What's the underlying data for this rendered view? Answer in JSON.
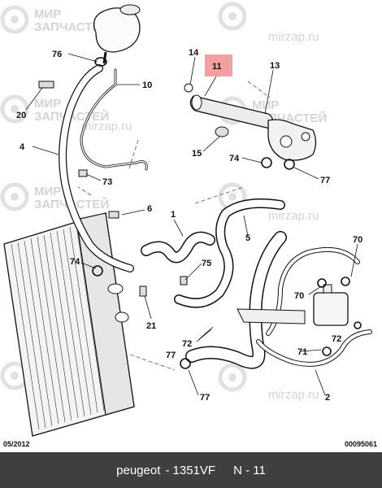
{
  "watermark": {
    "brand_line1": "МИР",
    "brand_line2": "ЗАПЧАСТЕЙ",
    "url": "mirzap.ru"
  },
  "diagram": {
    "date_code": "05/2012",
    "drawing_number": "00095061",
    "highlighted_callout": "11",
    "highlight_color": "#f4a0a0",
    "callouts": [
      "76",
      "10",
      "20",
      "4",
      "73",
      "6",
      "1",
      "74",
      "75",
      "21",
      "72",
      "77",
      "14",
      "11",
      "13",
      "15",
      "74",
      "77",
      "5",
      "70",
      "70",
      "71",
      "72",
      "2",
      "77"
    ]
  },
  "footer": {
    "brand": "peugeot",
    "part_code": "- 1351VF",
    "callout_ref": "N - 11"
  }
}
